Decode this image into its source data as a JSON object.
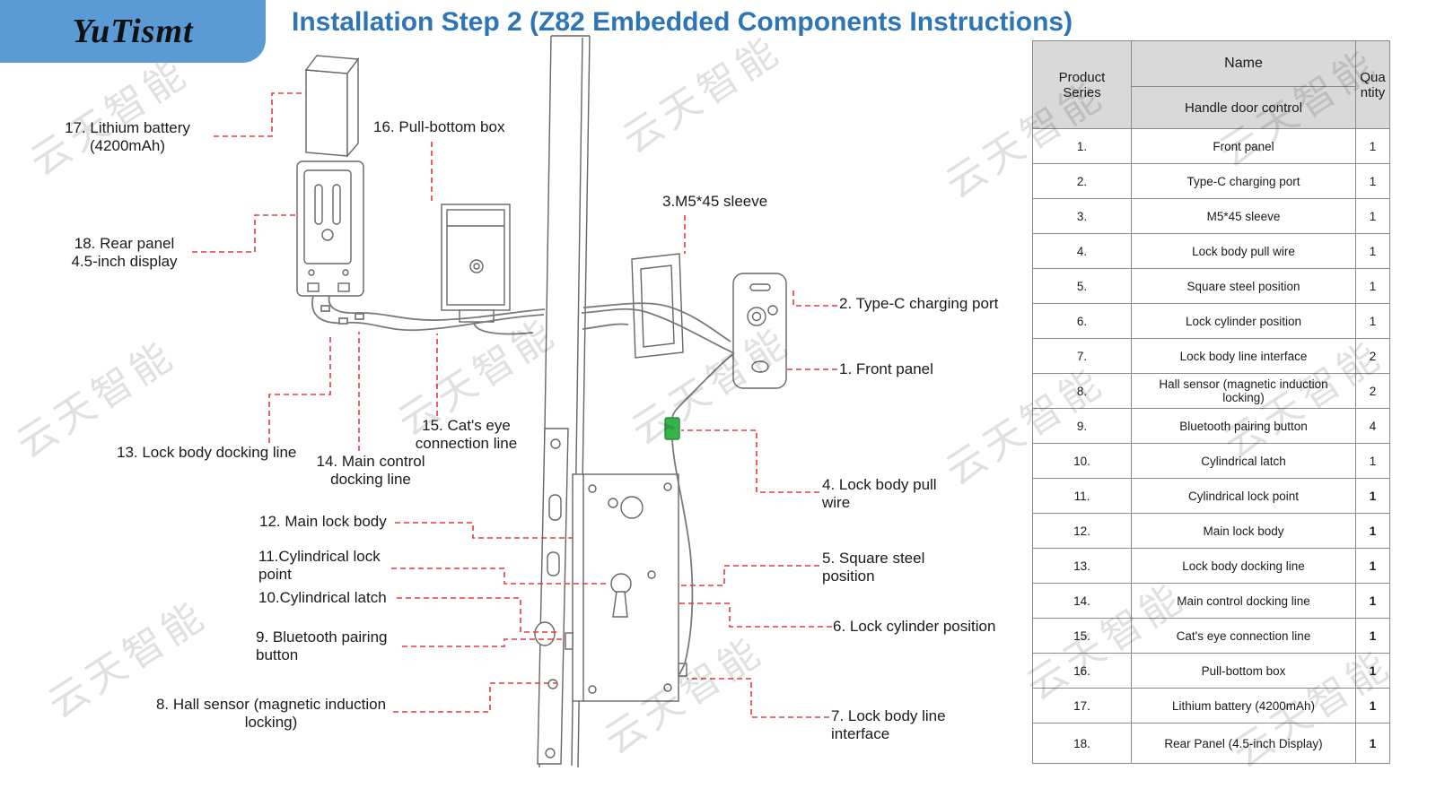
{
  "logo": {
    "text": "YuTismt"
  },
  "header": {
    "title": "Installation Step 2 (Z82 Embedded Components Instructions)"
  },
  "watermark": "云天智能",
  "colors": {
    "banner_blue": "#5b9bd5",
    "title_blue": "#2e75b6",
    "leader_red": "#e23c3c",
    "connector_green": "#35b24a"
  },
  "callouts": {
    "c17": "17. Lithium battery\n(4200mAh)",
    "c16": "16. Pull-bottom box",
    "c18": "18. Rear panel\n4.5-inch display",
    "c3": "3.M5*45 sleeve",
    "c2": "2. Type-C charging port",
    "c1": "1. Front panel",
    "c15": "15. Cat's eye\nconnection line",
    "c13": "13. Lock body docking line",
    "c14": "14. Main control\ndocking line",
    "c12": "12. Main lock body",
    "c11": "11.Cylindrical lock\npoint",
    "c10": "10.Cylindrical latch",
    "c9": "9. Bluetooth pairing\nbutton",
    "c8": "8. Hall sensor (magnetic induction\nlocking)",
    "c4": "4. Lock body pull\nwire",
    "c5": "5. Square steel\nposition",
    "c6": "6. Lock cylinder position",
    "c7": "7. Lock body line\ninterface"
  },
  "table": {
    "headers": {
      "series": "Product\nSeries",
      "name": "Name",
      "sub": "Handle door control",
      "qty": "Qua\nntity"
    },
    "rows": [
      {
        "series": "1.",
        "name": "Front panel",
        "qty": "1"
      },
      {
        "series": "2.",
        "name": "Type-C charging port",
        "qty": "1"
      },
      {
        "series": "3.",
        "name": "M5*45 sleeve",
        "qty": "1"
      },
      {
        "series": "4.",
        "name": "Lock body pull wire",
        "qty": "1"
      },
      {
        "series": "5.",
        "name": "Square steel position",
        "qty": "1"
      },
      {
        "series": "6.",
        "name": "Lock cylinder position",
        "qty": "1"
      },
      {
        "series": "7.",
        "name": "Lock body line interface",
        "qty": "2"
      },
      {
        "series": "8.",
        "name": "Hall sensor (magnetic induction\nlocking)",
        "qty": "2"
      },
      {
        "series": "9.",
        "name": "Bluetooth pairing button",
        "qty": "4"
      },
      {
        "series": "10.",
        "name": "Cylindrical latch",
        "qty": "1"
      },
      {
        "series": "11.",
        "name": "Cylindrical lock point",
        "qty": "1"
      },
      {
        "series": "12.",
        "name": "Main lock body",
        "qty": "1"
      },
      {
        "series": "13.",
        "name": "Lock body docking line",
        "qty": "1"
      },
      {
        "series": "14.",
        "name": "Main control docking line",
        "qty": "1"
      },
      {
        "series": "15.",
        "name": "Cat's eye connection line",
        "qty": "1"
      },
      {
        "series": "16.",
        "name": "Pull-bottom box",
        "qty": "1"
      },
      {
        "series": "17.",
        "name": "Lithium battery (4200mAh)",
        "qty": "1"
      },
      {
        "series": "18.",
        "name": "Rear Panel (4.5-inch Display)",
        "qty": "1"
      }
    ]
  }
}
